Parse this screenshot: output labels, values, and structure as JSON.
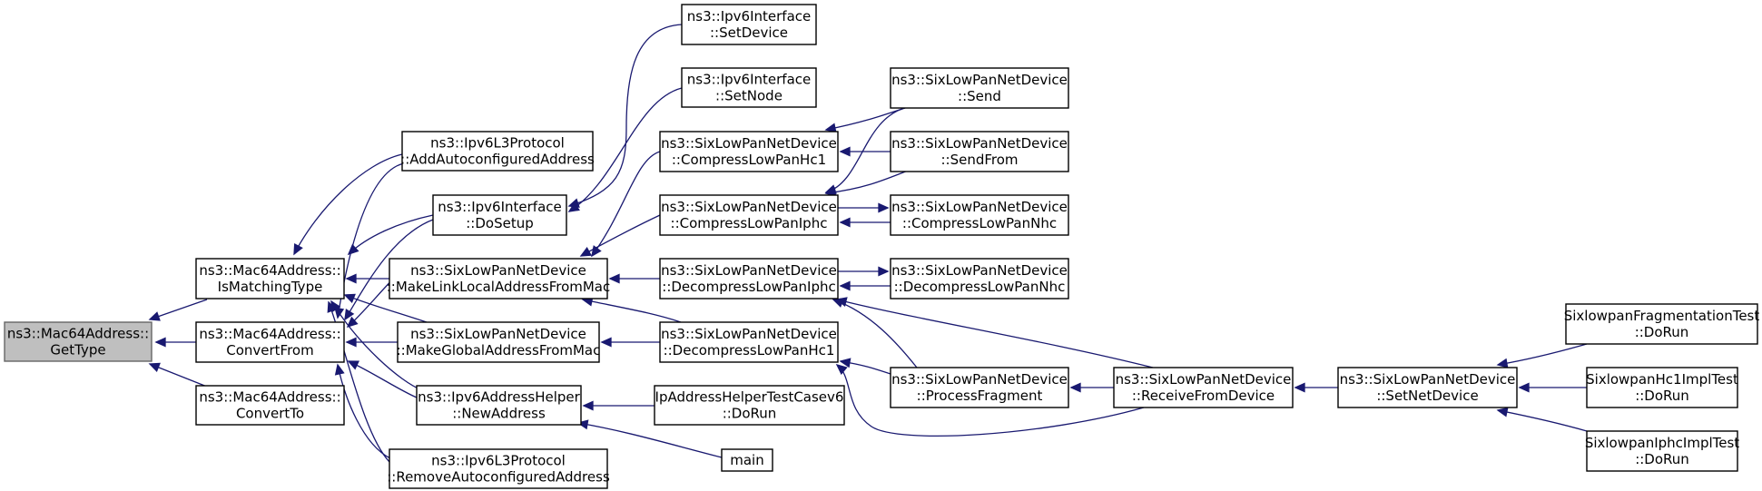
{
  "graph": {
    "nodes": [
      {
        "id": "n0",
        "lines": [
          "ns3::Mac64Address::",
          "GetType"
        ],
        "root": true
      },
      {
        "id": "n1",
        "lines": [
          "ns3::Mac64Address::",
          "IsMatchingType"
        ]
      },
      {
        "id": "n2",
        "lines": [
          "ns3::Mac64Address::",
          "ConvertFrom"
        ]
      },
      {
        "id": "n3",
        "lines": [
          "ns3::Mac64Address::",
          "ConvertTo"
        ]
      },
      {
        "id": "n4",
        "lines": [
          "ns3::Ipv6L3Protocol",
          "::AddAutoconfiguredAddress"
        ]
      },
      {
        "id": "n5",
        "lines": [
          "ns3::Ipv6Interface",
          "::DoSetup"
        ]
      },
      {
        "id": "n6",
        "lines": [
          "ns3::SixLowPanNetDevice",
          "::MakeLinkLocalAddressFromMac"
        ]
      },
      {
        "id": "n7",
        "lines": [
          "ns3::SixLowPanNetDevice",
          "::MakeGlobalAddressFromMac"
        ]
      },
      {
        "id": "n8",
        "lines": [
          "ns3::Ipv6AddressHelper",
          "::NewAddress"
        ]
      },
      {
        "id": "n9",
        "lines": [
          "ns3::Ipv6L3Protocol",
          "::RemoveAutoconfiguredAddress"
        ]
      },
      {
        "id": "n10",
        "lines": [
          "ns3::Ipv6Interface",
          "::SetDevice"
        ]
      },
      {
        "id": "n11",
        "lines": [
          "ns3::Ipv6Interface",
          "::SetNode"
        ]
      },
      {
        "id": "n12",
        "lines": [
          "ns3::SixLowPanNetDevice",
          "::CompressLowPanHc1"
        ]
      },
      {
        "id": "n13",
        "lines": [
          "ns3::SixLowPanNetDevice",
          "::CompressLowPanIphc"
        ]
      },
      {
        "id": "n14",
        "lines": [
          "ns3::SixLowPanNetDevice",
          "::DecompressLowPanIphc"
        ]
      },
      {
        "id": "n15",
        "lines": [
          "ns3::SixLowPanNetDevice",
          "::DecompressLowPanHc1"
        ]
      },
      {
        "id": "n16",
        "lines": [
          "IpAddressHelperTestCasev6",
          "::DoRun"
        ]
      },
      {
        "id": "n17",
        "lines": [
          "main"
        ]
      },
      {
        "id": "n18",
        "lines": [
          "ns3::SixLowPanNetDevice",
          "::Send"
        ]
      },
      {
        "id": "n19",
        "lines": [
          "ns3::SixLowPanNetDevice",
          "::SendFrom"
        ]
      },
      {
        "id": "n20",
        "lines": [
          "ns3::SixLowPanNetDevice",
          "::CompressLowPanNhc"
        ]
      },
      {
        "id": "n21",
        "lines": [
          "ns3::SixLowPanNetDevice",
          "::DecompressLowPanNhc"
        ]
      },
      {
        "id": "n22",
        "lines": [
          "ns3::SixLowPanNetDevice",
          "::ProcessFragment"
        ]
      },
      {
        "id": "n23",
        "lines": [
          "ns3::SixLowPanNetDevice",
          "::ReceiveFromDevice"
        ]
      },
      {
        "id": "n24",
        "lines": [
          "ns3::SixLowPanNetDevice",
          "::SetNetDevice"
        ]
      },
      {
        "id": "n25",
        "lines": [
          "SixlowpanFragmentationTest",
          "::DoRun"
        ]
      },
      {
        "id": "n26",
        "lines": [
          "SixlowpanHc1ImplTest",
          "::DoRun"
        ]
      },
      {
        "id": "n27",
        "lines": [
          "SixlowpanIphcImplTest",
          "::DoRun"
        ]
      }
    ],
    "edges": [
      {
        "from": "n1",
        "to": "n0"
      },
      {
        "from": "n2",
        "to": "n0"
      },
      {
        "from": "n3",
        "to": "n0"
      },
      {
        "from": "n4",
        "to": "n1"
      },
      {
        "from": "n5",
        "to": "n1"
      },
      {
        "from": "n6",
        "to": "n1"
      },
      {
        "from": "n7",
        "to": "n1"
      },
      {
        "from": "n8",
        "to": "n1"
      },
      {
        "from": "n9",
        "to": "n1"
      },
      {
        "from": "n4",
        "to": "n2"
      },
      {
        "from": "n5",
        "to": "n2"
      },
      {
        "from": "n6",
        "to": "n2"
      },
      {
        "from": "n7",
        "to": "n2"
      },
      {
        "from": "n8",
        "to": "n2"
      },
      {
        "from": "n9",
        "to": "n2"
      },
      {
        "from": "n10",
        "to": "n5"
      },
      {
        "from": "n11",
        "to": "n5"
      },
      {
        "from": "n12",
        "to": "n6"
      },
      {
        "from": "n13",
        "to": "n6"
      },
      {
        "from": "n14",
        "to": "n6"
      },
      {
        "from": "n15",
        "to": "n6"
      },
      {
        "from": "n15",
        "to": "n7"
      },
      {
        "from": "n16",
        "to": "n8"
      },
      {
        "from": "n17",
        "to": "n8"
      },
      {
        "from": "n18",
        "to": "n12"
      },
      {
        "from": "n19",
        "to": "n12"
      },
      {
        "from": "n18",
        "to": "n13"
      },
      {
        "from": "n19",
        "to": "n13"
      },
      {
        "from": "n20",
        "to": "n13"
      },
      {
        "from": "n13",
        "to": "n20"
      },
      {
        "from": "n21",
        "to": "n14"
      },
      {
        "from": "n14",
        "to": "n21"
      },
      {
        "from": "n22",
        "to": "n14"
      },
      {
        "from": "n23",
        "to": "n14"
      },
      {
        "from": "n22",
        "to": "n15"
      },
      {
        "from": "n23",
        "to": "n15"
      },
      {
        "from": "n23",
        "to": "n22"
      },
      {
        "from": "n24",
        "to": "n23"
      },
      {
        "from": "n25",
        "to": "n24"
      },
      {
        "from": "n26",
        "to": "n24"
      },
      {
        "from": "n27",
        "to": "n24"
      }
    ]
  }
}
